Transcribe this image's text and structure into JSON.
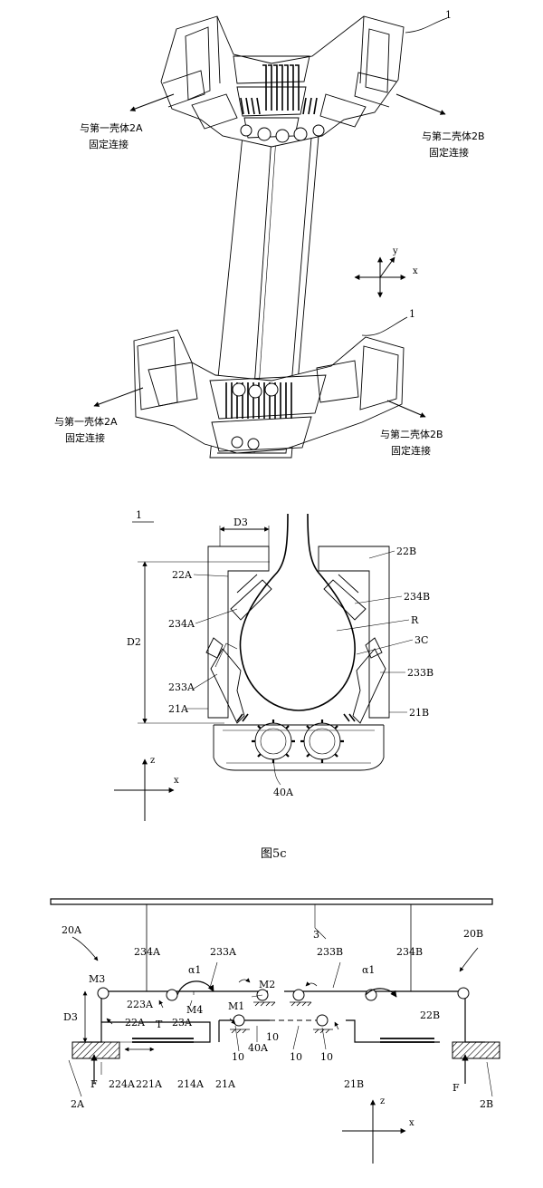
{
  "top": {
    "callout_top": "1",
    "callout_bottom": "1",
    "left_top_line1": "与第一壳体2A",
    "left_top_line2": "固定连接",
    "right_top_line1": "与第二壳体2B",
    "right_top_line2": "固定连接",
    "left_bot_line1": "与第一壳体2A",
    "left_bot_line2": "固定连接",
    "right_bot_line1": "与第二壳体2B",
    "right_bot_line2": "固定连接",
    "axis_y": "y",
    "axis_x": "x"
  },
  "mid": {
    "ref": "1",
    "labels": {
      "D3": "D3",
      "D2": "D2",
      "22A": "22A",
      "22B": "22B",
      "234A": "234A",
      "234B": "234B",
      "R": "R",
      "3C": "3C",
      "233A": "233A",
      "233B": "233B",
      "21A": "21A",
      "21B": "21B",
      "40A": "40A"
    },
    "axis_z": "z",
    "axis_x": "x",
    "caption": "图5c"
  },
  "bottom": {
    "labels": {
      "3": "3",
      "20A": "20A",
      "20B": "20B",
      "234A": "234A",
      "233A": "233A",
      "233B": "233B",
      "234B": "234B",
      "alpha1_left": "α1",
      "alpha1_right": "α1",
      "M3": "M3",
      "M2": "M2",
      "M4": "M4",
      "M1": "M1",
      "223A": "223A",
      "23A": "23A",
      "22A": "22A",
      "D3": "D3",
      "T": "T",
      "40A": "40A",
      "10a": "10",
      "10b": "10",
      "10c": "10",
      "10d": "10",
      "22B": "22B",
      "F_left": "F",
      "224A": "224A",
      "221A": "221A",
      "214A": "214A",
      "21A": "21A",
      "21B": "21B",
      "F_right": "F",
      "2A": "2A",
      "2B": "2B"
    },
    "axis_z": "z",
    "axis_x": "x"
  }
}
